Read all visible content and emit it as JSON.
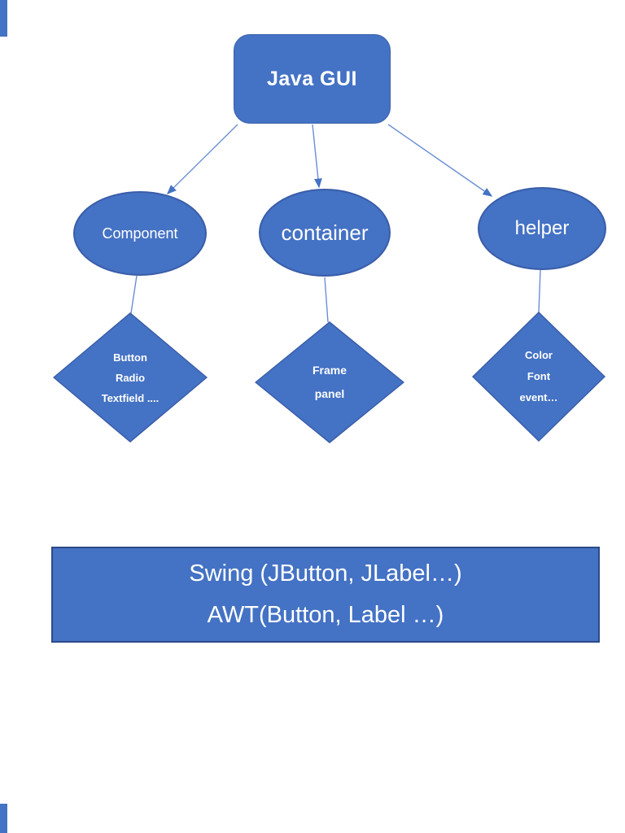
{
  "colors": {
    "shape_fill": "#4472C4",
    "shape_border": "#3a5da8",
    "connector": "#6b8ed6",
    "arrowhead": "#4472C4",
    "text_on_shape": "#FFFFFF",
    "page_background": "#FFFFFF"
  },
  "diagram": {
    "root": {
      "label": "Java GUI"
    },
    "branches": [
      {
        "label": "Component",
        "items": [
          "Button",
          "Radio",
          "Textfield ...."
        ]
      },
      {
        "label": "container",
        "items": [
          "Frame",
          "panel"
        ]
      },
      {
        "label": "helper",
        "items": [
          "Color",
          "Font",
          "event…"
        ]
      }
    ],
    "banner": {
      "lines": [
        "Swing (JButton, JLabel…)",
        "AWT(Button, Label …)"
      ]
    }
  }
}
